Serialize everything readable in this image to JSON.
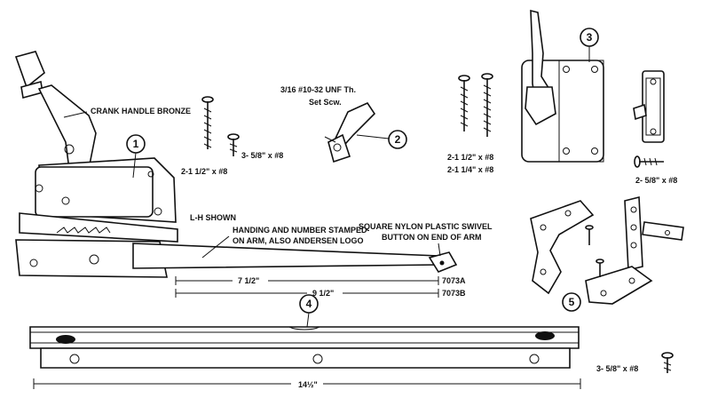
{
  "labels": {
    "crank_handle": "CRANK HANDLE BRONZE",
    "set_screw_line1": "3/16 #10-32 UNF Th.",
    "set_screw_line2": "Set Scw.",
    "screws_a1": "2-1 1/2\" x #8",
    "screws_a2": "3- 5/8\" x #8",
    "screws_b1": "2-1 1/2\" x #8",
    "screws_b2": "2-1 1/4\" x #8",
    "screws_c": "2- 5/8\" x #8",
    "lh_shown": "L-H SHOWN",
    "handing_line1": "HANDING AND NUMBER STAMPED",
    "handing_line2": "ON ARM, ALSO ANDERSEN LOGO",
    "swivel_line1": "SQUARE NYLON PLASTIC SWIVEL",
    "swivel_line2": "BUTTON ON END OF ARM",
    "dim_short": "7 1/2\"",
    "dim_long": "9 1/2\"",
    "part_short": "7073A",
    "part_long": "7073B",
    "dim_bar": "14½\"",
    "screws_d": "3- 5/8\" x #8"
  },
  "callouts": [
    "1",
    "2",
    "3",
    "4",
    "5"
  ]
}
